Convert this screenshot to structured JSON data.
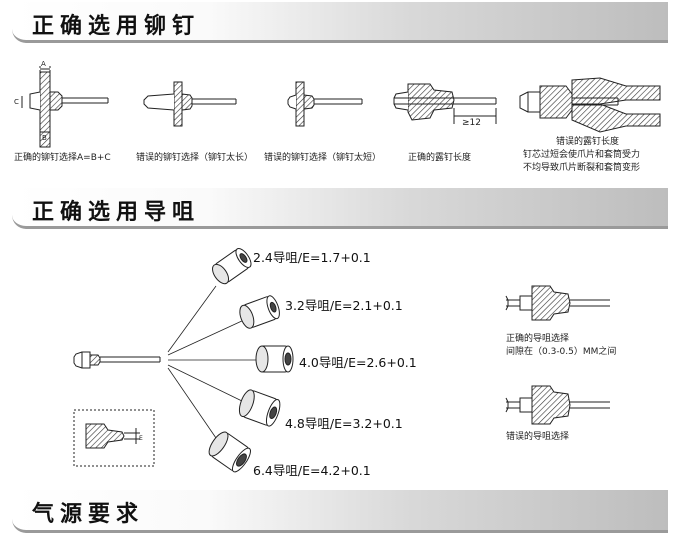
{
  "sections": {
    "rivet_selection_title": "正确选用铆钉",
    "guide_selection_title": "正确选用导咀",
    "air_source_title": "气源要求"
  },
  "rivet_figures": {
    "correct_selection_caption": "正确的铆钉选择A=B+C",
    "too_long_caption": "错误的铆钉选择（铆钉太长）",
    "too_short_caption": "错误的铆钉选择（铆钉太短）",
    "correct_length_caption": "正确的露钉长度",
    "wrong_length_caption_line1": "错误的露钉长度",
    "wrong_length_caption_line2": "钉芯过短会使爪片和套筒受力",
    "wrong_length_caption_line3": "不均导致爪片断裂和套筒变形",
    "label_a": "A",
    "label_b": "B",
    "label_c": "C",
    "length_mark": "≥12"
  },
  "guide_figures": {
    "guides": [
      {
        "label": "2.4导咀/E=1.7+0.1"
      },
      {
        "label": "3.2导咀/E=2.1+0.1"
      },
      {
        "label": "4.0导咀/E=2.6+0.1"
      },
      {
        "label": "4.8导咀/E=3.2+0.1"
      },
      {
        "label": "6.4导咀/E=4.2+0.1"
      }
    ],
    "correct_guide_caption_line1": "正确的导咀选择",
    "correct_guide_caption_line2": "间隙在（0.3-0.5）MM之间",
    "wrong_guide_caption": "错误的导咀选择",
    "label_e": "E"
  }
}
